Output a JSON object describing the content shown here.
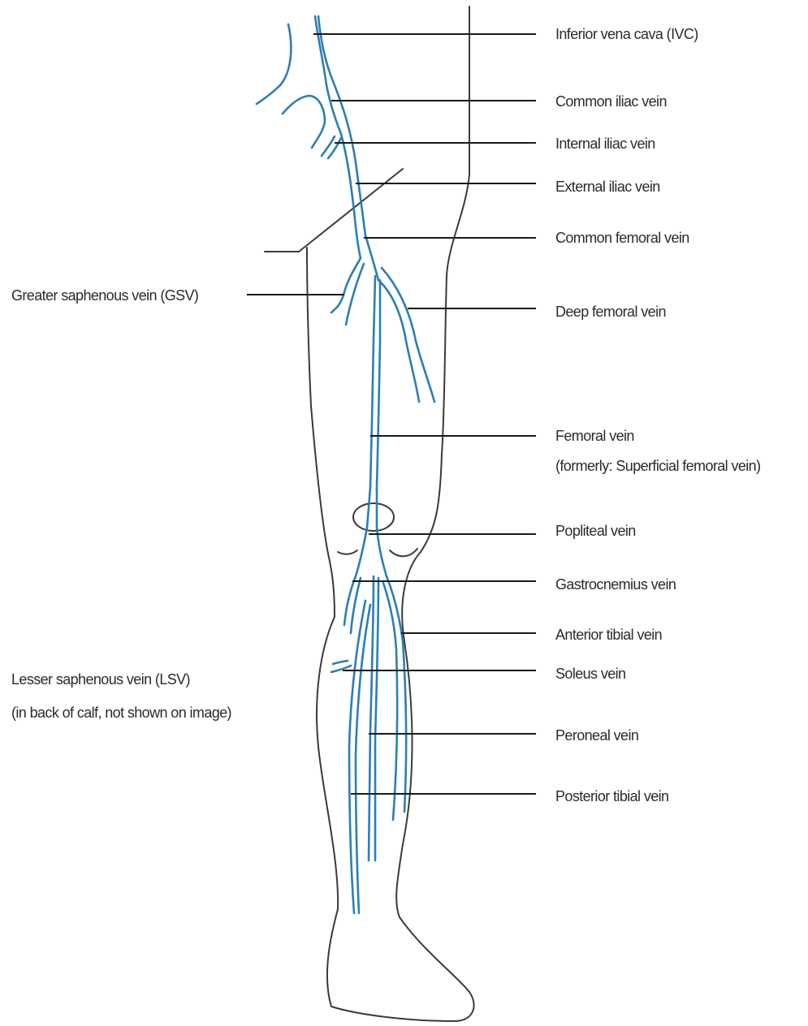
{
  "colors": {
    "vein": "#2b7fb3",
    "outline": "#3a3a3a",
    "leader": "#1a1a1a",
    "text": "#2b2b2b"
  },
  "labels": {
    "ivc": "Inferior vena cava (IVC)",
    "common_iliac": "Common iliac vein",
    "internal_iliac": "Internal iliac vein",
    "external_iliac": "External iliac vein",
    "common_femoral": "Common femoral vein",
    "gsv": "Greater saphenous vein (GSV)",
    "deep_femoral": "Deep femoral vein",
    "femoral": "Femoral vein",
    "femoral_note": "(formerly: Superficial femoral vein)",
    "popliteal": "Popliteal vein",
    "gastrocnemius": "Gastrocnemius vein",
    "anterior_tibial": "Anterior tibial vein",
    "lsv": "Lesser saphenous vein (LSV)",
    "lsv_note": "(in back of calf, not shown on image)",
    "soleus": "Soleus vein",
    "peroneal": "Peroneal vein",
    "posterior_tibial": "Posterior tibial vein"
  }
}
